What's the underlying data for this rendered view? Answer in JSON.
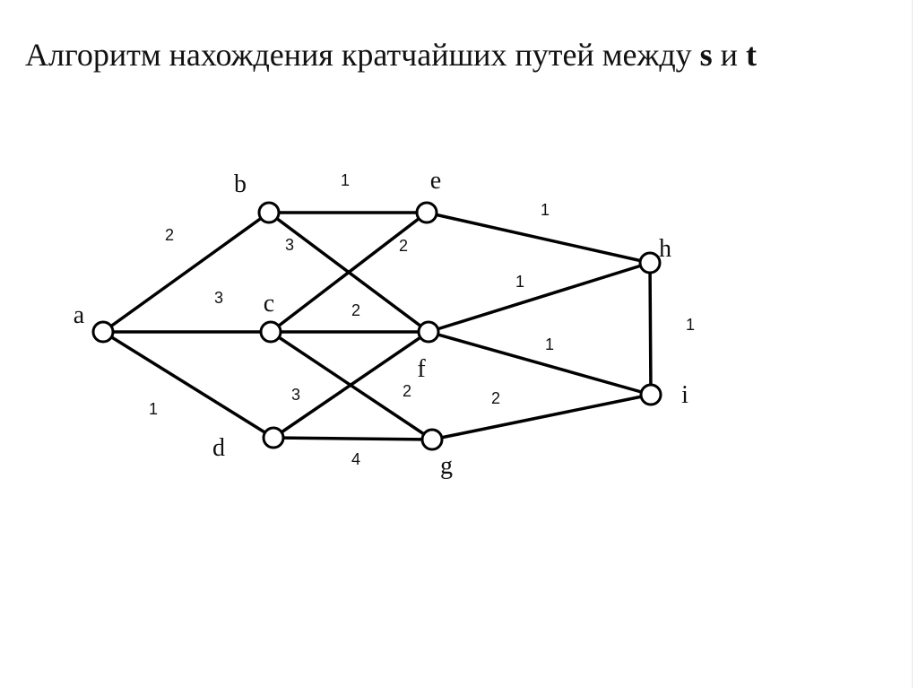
{
  "title": {
    "text": "Алгоритм  нахождения кратчайших путей между",
    "s": "s",
    "conj": "и",
    "t": "t"
  },
  "graph": {
    "nodes": [
      {
        "id": "a",
        "label": "a"
      },
      {
        "id": "b",
        "label": "b"
      },
      {
        "id": "c",
        "label": "c"
      },
      {
        "id": "d",
        "label": "d"
      },
      {
        "id": "e",
        "label": "e"
      },
      {
        "id": "f",
        "label": "f"
      },
      {
        "id": "g",
        "label": "g"
      },
      {
        "id": "h",
        "label": "h"
      },
      {
        "id": "i",
        "label": "i"
      }
    ],
    "edges": [
      {
        "from": "a",
        "to": "b",
        "weight": "2"
      },
      {
        "from": "a",
        "to": "c",
        "weight": "3"
      },
      {
        "from": "a",
        "to": "d",
        "weight": "1"
      },
      {
        "from": "b",
        "to": "e",
        "weight": "1"
      },
      {
        "from": "b",
        "to": "f",
        "weight": "3"
      },
      {
        "from": "c",
        "to": "e",
        "weight": "2"
      },
      {
        "from": "c",
        "to": "f",
        "weight": "2"
      },
      {
        "from": "c",
        "to": "g",
        "weight": "2"
      },
      {
        "from": "d",
        "to": "f",
        "weight": "3"
      },
      {
        "from": "d",
        "to": "g",
        "weight": "4"
      },
      {
        "from": "e",
        "to": "h",
        "weight": "1"
      },
      {
        "from": "f",
        "to": "h",
        "weight": "1"
      },
      {
        "from": "f",
        "to": "i",
        "weight": "1"
      },
      {
        "from": "g",
        "to": "i",
        "weight": "2"
      },
      {
        "from": "h",
        "to": "i",
        "weight": "1"
      }
    ]
  }
}
